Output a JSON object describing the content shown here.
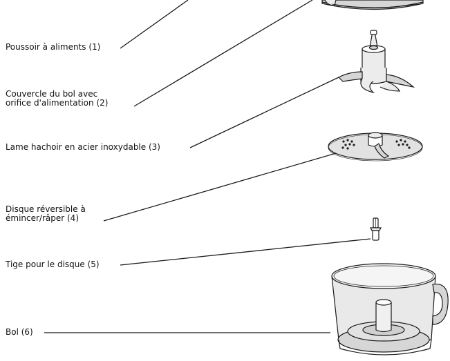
{
  "parts": [
    {
      "id": "food-pusher",
      "lines": [
        "Poussoir à aliments (1)"
      ]
    },
    {
      "id": "bowl-cover",
      "lines": [
        "Couvercle du bol avec",
        "orifice d'alimentation (2)"
      ]
    },
    {
      "id": "chopping-blade",
      "lines": [
        "Lame hachoir en acier inoxydable (3)"
      ]
    },
    {
      "id": "slicing-disc",
      "lines": [
        "Disque réversible à",
        "émincer/râper (4)"
      ]
    },
    {
      "id": "disc-stem",
      "lines": [
        "Tige pour le disque (5)"
      ]
    },
    {
      "id": "bowl",
      "lines": [
        "Bol (6)"
      ]
    }
  ],
  "colors": {
    "ink": "#111111",
    "line": "#1a1a1a",
    "shade": "#d6d6d6",
    "shade_light": "#ececec"
  }
}
